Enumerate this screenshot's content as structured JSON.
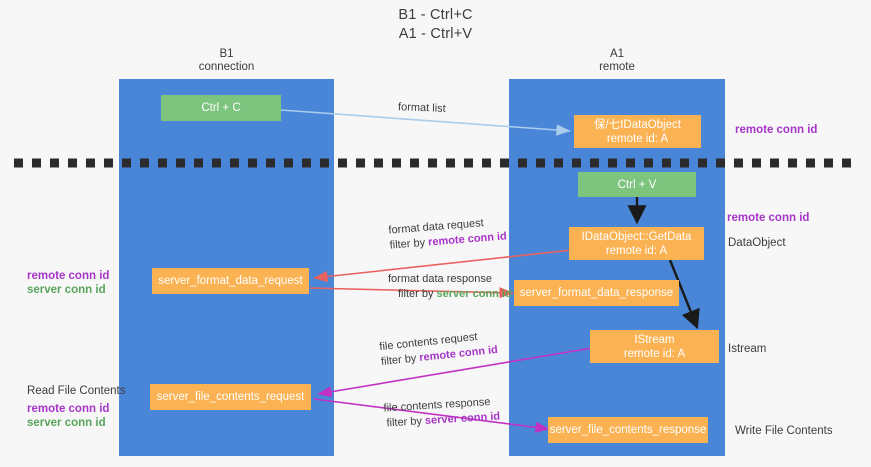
{
  "title": {
    "line1": "B1 - Ctrl+C",
    "line2": "A1 - Ctrl+V"
  },
  "columns": [
    {
      "name": "B1",
      "role": "connection"
    },
    {
      "name": "A1",
      "role": "remote"
    }
  ],
  "nodes": {
    "ctrl_c": {
      "label": "Ctrl + C",
      "color": "#7dc47f"
    },
    "ctrl_v": {
      "label": "Ctrl + V",
      "color": "#7dc47f"
    },
    "idataobject": {
      "line1": "保/七IDataObject",
      "line2": "remote id: A",
      "color": "#fbb252"
    },
    "getdata": {
      "line1": "IDataObject::GetData",
      "line2": "remote id: A",
      "color": "#fbb252"
    },
    "istream": {
      "line1": "IStream",
      "line2": "remote id: A",
      "color": "#fbb252"
    },
    "server_format_data_request": {
      "label": "server_format_data_request",
      "color": "#fbb252"
    },
    "server_format_data_response": {
      "label": "server_format_data_response",
      "color": "#fbb252"
    },
    "server_file_contents_request": {
      "label": "server_file_contents_request",
      "color": "#fbb252"
    },
    "server_file_contents_response": {
      "label": "server_file_contents_response",
      "color": "#fbb252"
    }
  },
  "annotations": {
    "right_remote_conn_id_top": "remote conn id",
    "right_remote_conn_id_mid": "remote conn id",
    "right_dataobject": "DataObject",
    "right_istream": "Istream",
    "right_write_file_contents": "Write File Contents",
    "left_remote_conn_id": "remote conn id",
    "left_server_conn_id": "server conn id",
    "left_read_file_contents": "Read File Contents",
    "left_remote_conn_id_2": "remote conn id",
    "left_server_conn_id_2": "server conn id"
  },
  "edges": {
    "format_list": {
      "label": "format list",
      "color": "#a9cdeb"
    },
    "format_data_request": {
      "line1": "format data request",
      "line2_prefix": "filter by ",
      "line2_keyword": "remote conn id",
      "color": "#e8625f"
    },
    "format_data_response": {
      "line1": "format data response",
      "line2_prefix": "filter by ",
      "line2_keyword": "server conn id",
      "color": "#e8625f"
    },
    "file_contents_request": {
      "line1": "file contents request",
      "line2_prefix": "filter by ",
      "line2_keyword": "remote conn id",
      "color": "#c231c2"
    },
    "file_contents_response": {
      "line1": "file contents response",
      "line2_prefix": "filter by ",
      "line2_keyword": "server conn id",
      "color": "#c231c2"
    }
  },
  "colors": {
    "lane": "#4a86d8",
    "green": "#7dc47f",
    "orange": "#fbb252",
    "purple": "#a736c7",
    "green_text": "#58a55c",
    "red_arrow": "#e8625f",
    "magenta_arrow": "#c231c2",
    "light_blue_arrow": "#a9cdeb",
    "black_arrow": "#1a1a1a",
    "divider": "#2b2b2b",
    "background": "#f7f7f7"
  }
}
